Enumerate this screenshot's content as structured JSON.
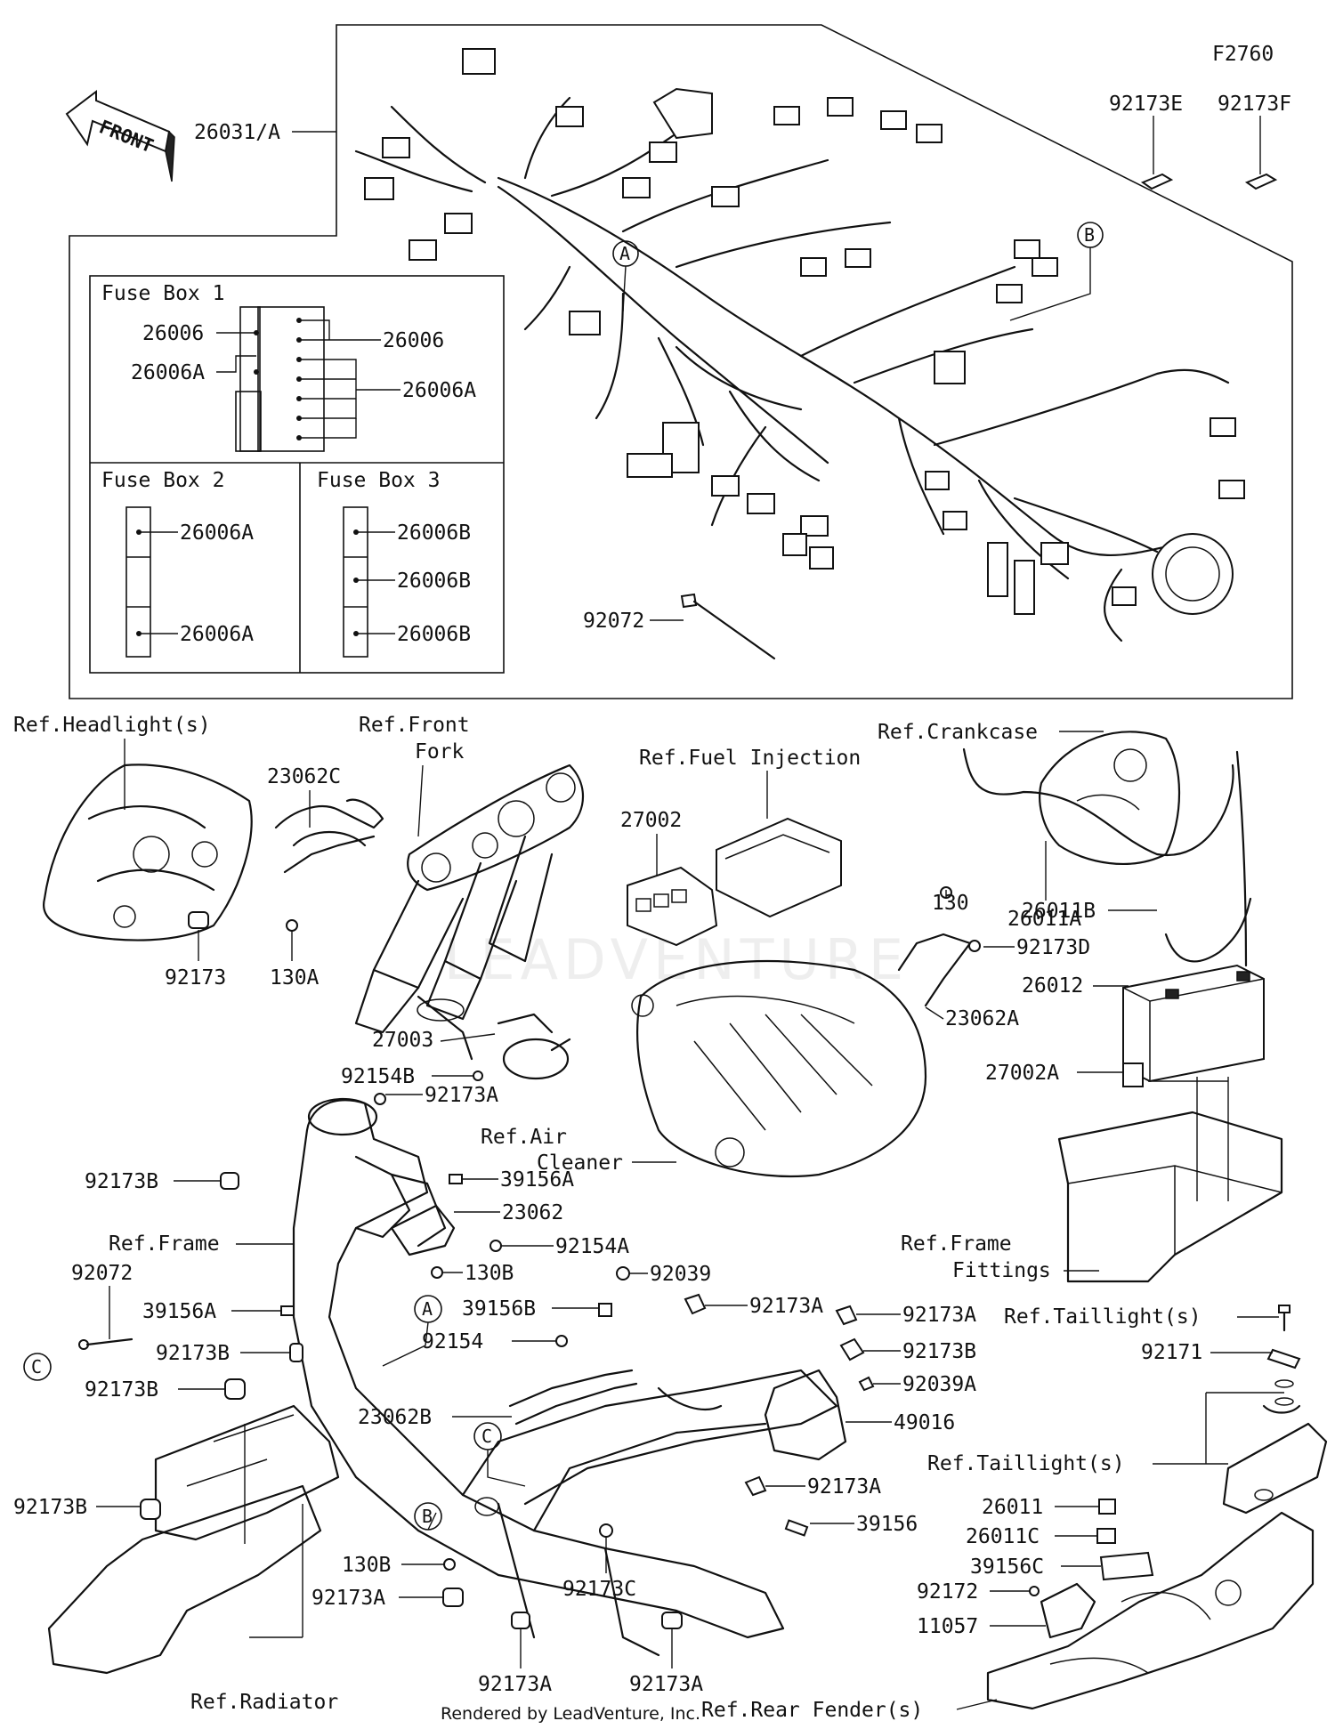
{
  "figure_code": "F2760",
  "front_arrow": "FRONT",
  "footer": "Rendered by LeadVenture, Inc.",
  "watermark": "LEADVENTURE",
  "fuse_boxes": [
    {
      "title": "Fuse Box 1",
      "labels": [
        "26006",
        "26006",
        "26006A",
        "26006A"
      ]
    },
    {
      "title": "Fuse Box 2",
      "labels": [
        "26006A",
        "26006A"
      ]
    },
    {
      "title": "Fuse Box 3",
      "labels": [
        "26006B",
        "26006B",
        "26006B"
      ]
    }
  ],
  "callouts": [
    "A",
    "B",
    "C"
  ],
  "refs": {
    "headlight": "Ref.Headlight(s)",
    "front_fork_1": "Ref.Front",
    "front_fork_2": "Fork",
    "fuel_injection": "Ref.Fuel Injection",
    "crankcase": "Ref.Crankcase",
    "air_cleaner_1": "Ref.Air",
    "air_cleaner_2": "Cleaner",
    "frame": "Ref.Frame",
    "frame_fittings_1": "Ref.Frame",
    "frame_fittings_2": "Fittings",
    "taillight_1": "Ref.Taillight(s)",
    "taillight_2": "Ref.Taillight(s)",
    "radiator": "Ref.Radiator",
    "rear_fender": "Ref.Rear Fender(s)"
  },
  "parts": {
    "harness": "26031/A",
    "p92173E": "92173E",
    "p92173F": "92173F",
    "p92072_top": "92072",
    "p23062C": "23062C",
    "p92173": "92173",
    "p130A": "130A",
    "p27003": "27003",
    "p92154B": "92154B",
    "p27002": "27002",
    "p130": "130",
    "p26011A": "26011A",
    "p26011B": "26011B",
    "p92173D": "92173D",
    "p26012": "26012",
    "p23062A": "23062A",
    "p27002A": "27002A",
    "p92173A_a": "92173A",
    "p92173B_a": "92173B",
    "p39156A_a": "39156A",
    "p23062": "23062",
    "p92154A": "92154A",
    "p130B_a": "130B",
    "p92039": "92039",
    "p92072_b": "92072",
    "p39156A_b": "39156A",
    "p39156B": "39156B",
    "p92173A_b": "92173A",
    "p92173A_c": "92173A",
    "p92154": "92154",
    "p92173B_b": "92173B",
    "p92173B_c": "92173B",
    "p92039A": "92039A",
    "p23062B": "23062B",
    "p49016": "49016",
    "p92171": "92171",
    "p92173B_d": "92173B",
    "p92173A_d": "92173A",
    "p39156": "39156",
    "p26011": "26011",
    "p26011C": "26011C",
    "p39156C": "39156C",
    "p130B_b": "130B",
    "p92173A_e": "92173A",
    "p92173C": "92173C",
    "p92172": "92172",
    "p11057": "11057",
    "p92173A_f": "92173A",
    "p92173A_g": "92173A"
  }
}
